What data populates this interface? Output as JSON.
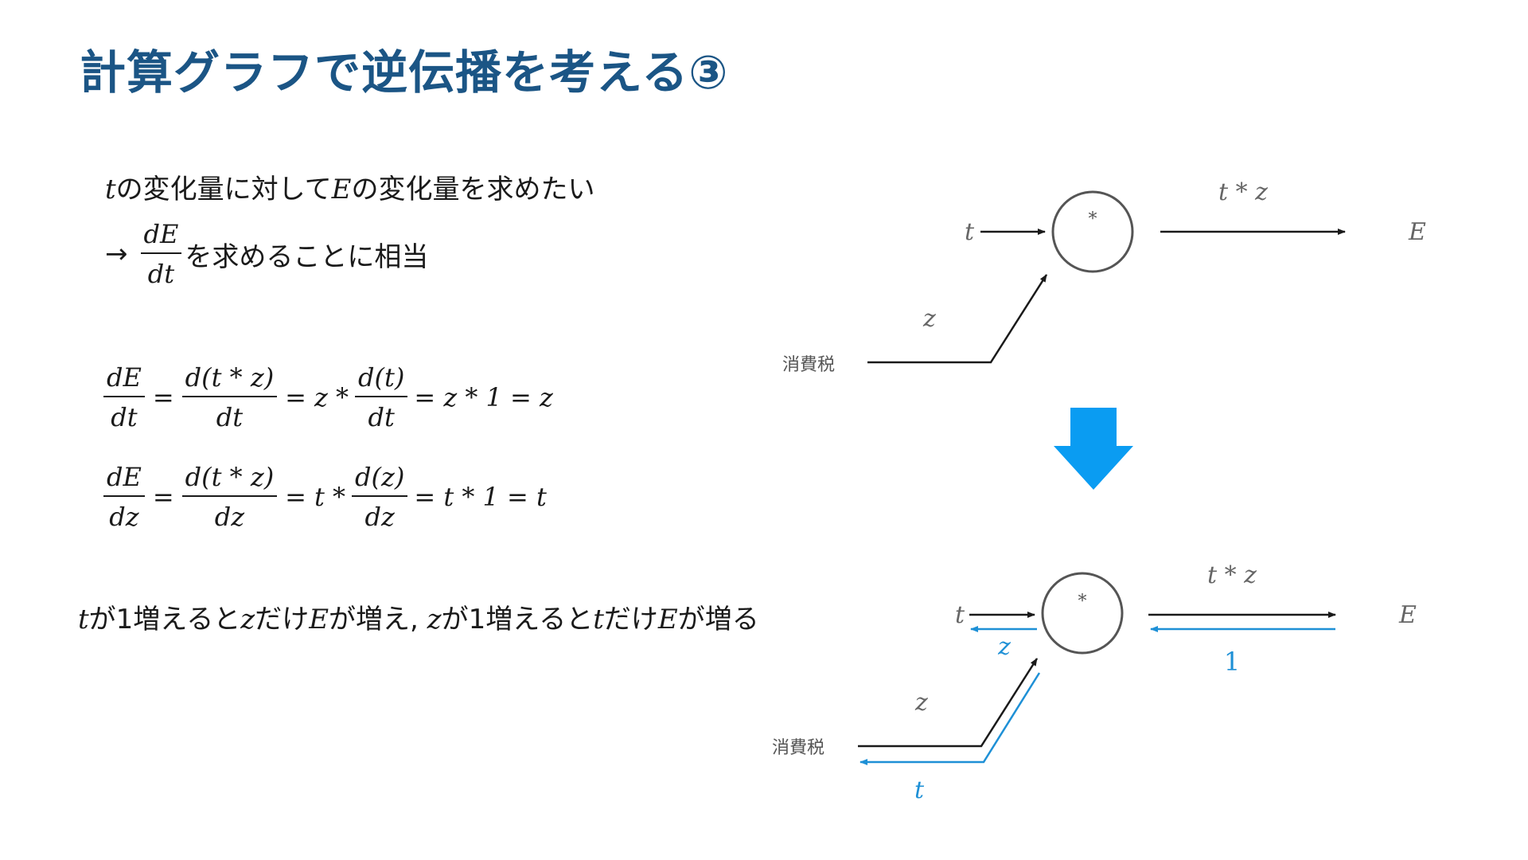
{
  "title": "計算グラフで逆伝播を考える③",
  "colors": {
    "title": "#1b5585",
    "arrow": "#0a9cf2",
    "backprop": "#1e90d6",
    "text": "#1a1a1a",
    "node": "#555555",
    "label": "#666666"
  },
  "intro": {
    "line1_var_t": "t",
    "line1_part1": "の変化量に対して",
    "line1_var_E": "E",
    "line1_part2": "の変化量を求めたい",
    "arrow": "→",
    "frac_num": "dE",
    "frac_den": "dt",
    "line2_text": "を求めることに相当"
  },
  "equations": [
    {
      "lhs_num": "dE",
      "lhs_den": "dt",
      "mid_num": "d(t * z)",
      "mid_den": "dt",
      "factor": "z *",
      "right_num": "d(t)",
      "right_den": "dt",
      "tail": "= z * 1 = z"
    },
    {
      "lhs_num": "dE",
      "lhs_den": "dz",
      "mid_num": "d(t * z)",
      "mid_den": "dz",
      "factor": "t *",
      "right_num": "d(z)",
      "right_den": "dz",
      "tail": "= t * 1 = t"
    }
  ],
  "conclusion": {
    "t1": "t",
    "s1": "が1増えると",
    "z1": "z",
    "s2": "だけ",
    "E1": "E",
    "s3": "が増え, ",
    "z2": "z",
    "s4": "が1増えると",
    "t2": "t",
    "s5": "だけ",
    "E2": "E",
    "s6": "が増る"
  },
  "graph_top": {
    "input_t": "t",
    "node_op": "*",
    "edge_label": "t * z",
    "output": "E",
    "input_z": "z",
    "tax_label": "消費税"
  },
  "graph_bottom": {
    "input_t": "t",
    "node_op": "*",
    "edge_label": "t * z",
    "output": "E",
    "input_z": "z",
    "tax_label": "消費税",
    "grad_t": "z",
    "grad_out": "1",
    "grad_z": "t"
  },
  "icons": {
    "down_arrow": "down-arrow-icon"
  }
}
